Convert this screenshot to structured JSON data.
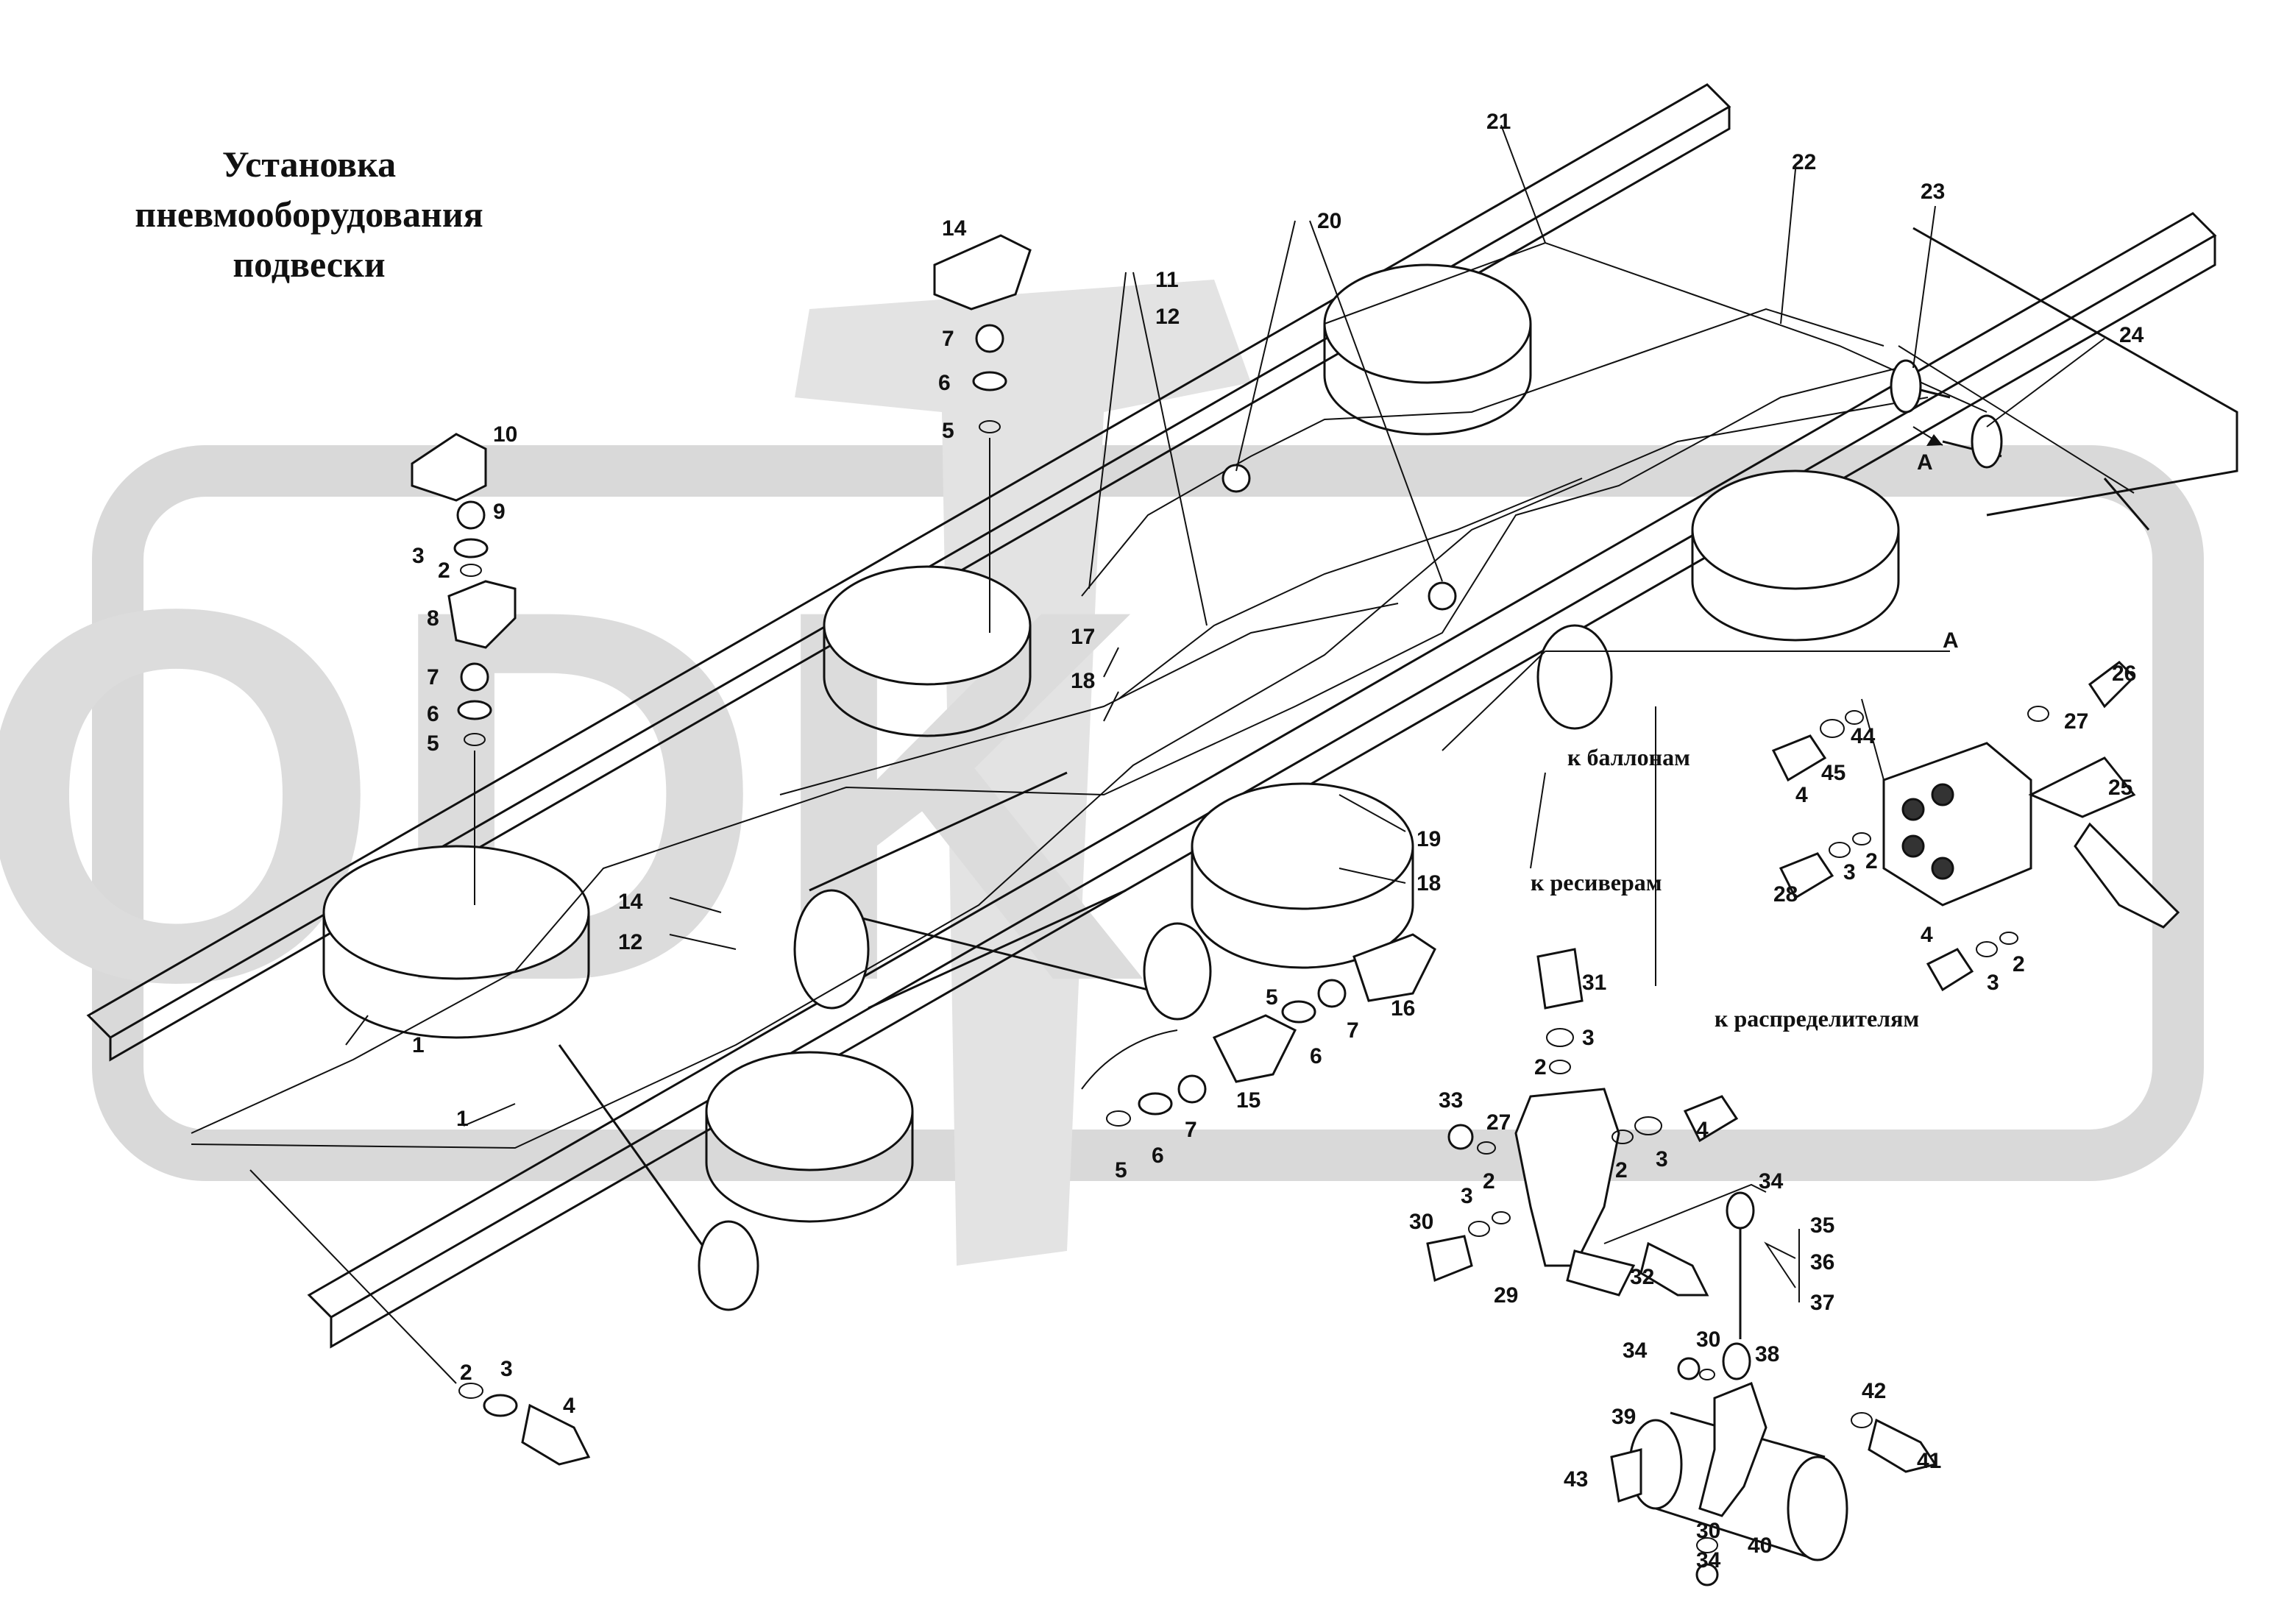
{
  "title": [
    "Установка",
    "пневмооборудования",
    "подвески"
  ],
  "notes": {
    "balloons": "к баллонам",
    "receivers": "к ресиверам",
    "distributors": "к распределителям",
    "view_a_arrow": "A",
    "view_a_section": "A"
  },
  "watermark": {
    "text": "ODK",
    "color": "#d9d9d9"
  },
  "callouts": {
    "c1a": "1",
    "c1b": "1",
    "c2a": "2",
    "c2b": "2",
    "c2c": "2",
    "c2d": "2",
    "c2e": "2",
    "c2f": "2",
    "c2g": "2",
    "c3a": "3",
    "c3b": "3",
    "c3c": "3",
    "c3d": "3",
    "c3e": "3",
    "c3f": "3",
    "c3g": "3",
    "c4a": "4",
    "c4b": "4",
    "c4c": "4",
    "c4d": "4",
    "c5a": "5",
    "c5b": "5",
    "c5c": "5",
    "c5d": "5",
    "c6a": "6",
    "c6b": "6",
    "c6c": "6",
    "c6d": "6",
    "c7a": "7",
    "c7b": "7",
    "c7c": "7",
    "c7d": "7",
    "c8": "8",
    "c9": "9",
    "c10": "10",
    "c11": "11",
    "c12a": "12",
    "c12b": "12",
    "c14a": "14",
    "c14b": "14",
    "c15": "15",
    "c16": "16",
    "c17": "17",
    "c18a": "18",
    "c18b": "18",
    "c19": "19",
    "c20": "20",
    "c21": "21",
    "c22": "22",
    "c23": "23",
    "c24": "24",
    "c25": "25",
    "c26": "26",
    "c27a": "27",
    "c27b": "27",
    "c28": "28",
    "c29": "29",
    "c30a": "30",
    "c30b": "30",
    "c30c": "30",
    "c31": "31",
    "c32": "32",
    "c33": "33",
    "c34a": "34",
    "c34b": "34",
    "c34c": "34",
    "c35": "35",
    "c36": "36",
    "c37": "37",
    "c38": "38",
    "c39": "39",
    "c40": "40",
    "c41": "41",
    "c42": "42",
    "c43": "43",
    "c44": "44",
    "c45": "45"
  }
}
